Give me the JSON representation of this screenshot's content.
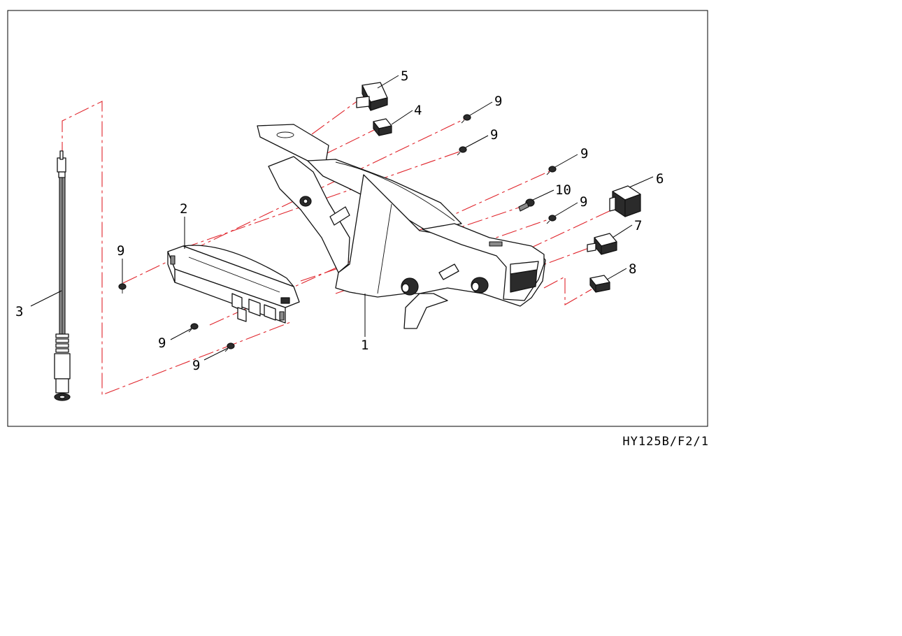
{
  "diagram": {
    "drawing_code": "HY125B/F2/1",
    "callouts": [
      "1",
      "2",
      "3",
      "4",
      "5",
      "6",
      "7",
      "8",
      "9",
      "9",
      "9",
      "9",
      "9",
      "9",
      "9",
      "10"
    ],
    "colors": {
      "frame": "#000000",
      "assembly_lines": "#e0242b",
      "parts": "#111111"
    }
  }
}
